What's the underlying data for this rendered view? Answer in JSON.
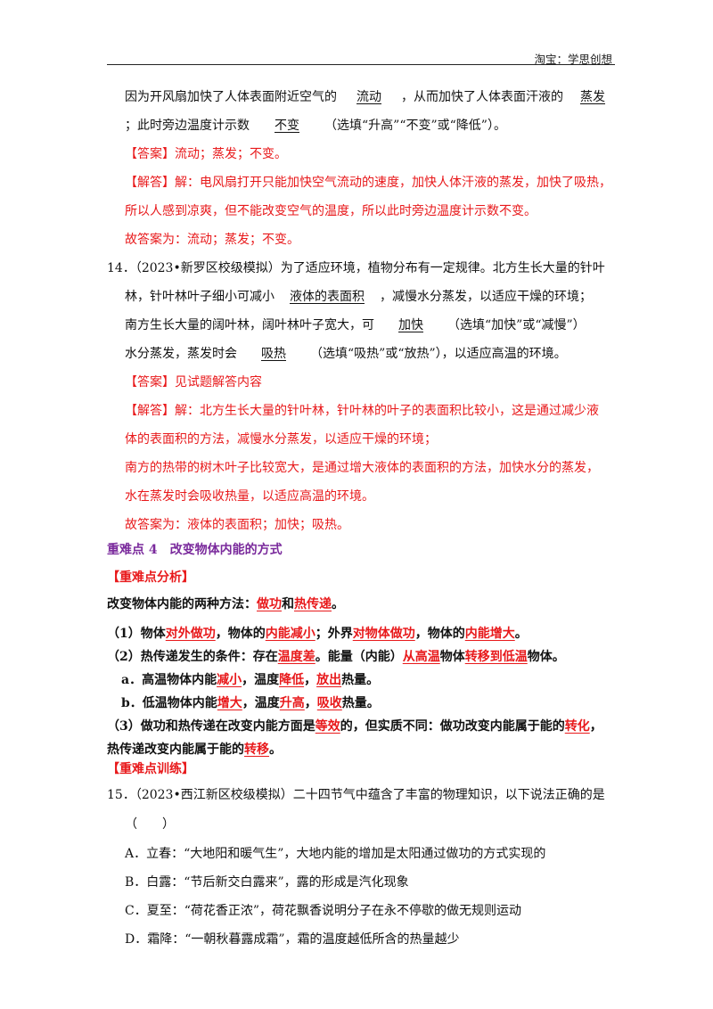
{
  "header": {
    "brand": "淘宝：学思创想"
  },
  "q13": {
    "l1a": "因为开风扇加快了人体表面附近空气的",
    "b1": "流动",
    "l1b": "，从而加快了人体表面汗液的",
    "b2": "蒸发",
    "l2a": "；此时旁边温度计示数",
    "b3": "不变",
    "l2b": "（选填“升高”“不变”或“降低”）。",
    "answer": "【答案】流动；蒸发；不变。",
    "analysis1": "【解答】解：电风扇打开只能加快空气流动的速度，加快人体汗液的蒸发，加快了吸热，",
    "analysis2": "所以人感到凉爽，但不能改变空气的温度，所以此时旁边温度计示数不变。",
    "final": "故答案为：流动；蒸发；不变。"
  },
  "q14": {
    "l1": "14．（2023•新罗区校级模拟）为了适应环境，植物分布有一定规律。北方生长大量的针叶",
    "l2a": "林，针叶林叶子细小可减小",
    "b1": "液体的表面积",
    "l2b": "，减慢水分蒸发，以适应干燥的环境；",
    "l3a": "南方生长大量的阔叶林，阔叶林叶子宽大，可",
    "b2": "加快",
    "l3b": "（选填“加快”或“减慢”）",
    "l4a": "水分蒸发，蒸发时会",
    "b3": "吸热",
    "l4b": "（选填“吸热”或“放热”），以适应高温的环境。",
    "answer": "【答案】见试题解答内容",
    "analysis1": "【解答】解：北方生长大量的针叶林，针叶林的叶子的表面积比较小，这是通过减少液",
    "analysis2": "体的表面积的方法，减慢水分蒸发，以适应干燥的环境；",
    "analysis3": "南方的热带的树木叶子比较宽大，是通过增大液体的表面积的方法，加快水分的蒸发，",
    "analysis4": "水在蒸发时会吸收热量，以适应高温的环境。",
    "final": "故答案为：液体的表面积；加快；吸热。"
  },
  "section": {
    "title": "重难点 4　改变物体内能的方式",
    "analysis_head": "【重难点分析】",
    "methods_a": "改变物体内能的两种方法：",
    "methods_k1": "做功",
    "methods_and": "和",
    "methods_k2": "热传递",
    "methods_end": "。",
    "p1_a": "（1）物体",
    "p1_k1": "对外做功",
    "p1_b": "，物体的",
    "p1_k2": "内能减小",
    "p1_c": "；外界",
    "p1_k3": "对物体做功",
    "p1_d": "，物体的",
    "p1_k4": "内能增大",
    "p1_e": "。",
    "p2_a": "（2）热传递发生的条件：存在",
    "p2_k1": "温度差",
    "p2_b": "。能量（内能）",
    "p2_k2": "从高温",
    "p2_c": "物体",
    "p2_k3": "转移到低温",
    "p2_d": "物体。",
    "pa_a": "a．高温物体内能",
    "pa_k1": "减小",
    "pa_b": "，温度",
    "pa_k2": "降低",
    "pa_c": "，",
    "pa_k3": "放出",
    "pa_d": "热量。",
    "pb_a": "b．低温物体内能",
    "pb_k1": "增大",
    "pb_b": "，温度",
    "pb_k2": "升高",
    "pb_c": "，",
    "pb_k3": "吸收",
    "pb_d": "热量。",
    "p3_a": "（3）做功和热传递在改变内能方面是",
    "p3_k1": "等效",
    "p3_b": "的，但实质不同：做功改变内能属于能的",
    "p3_k2": "转化",
    "p3_c": "，",
    "p3l2_a": "热传递改变内能属于能的",
    "p3l2_k1": "转移",
    "p3l2_b": "。",
    "practice_head": "【重难点训练】"
  },
  "q15": {
    "stem": "15．（2023•西江新区校级模拟）二十四节气中蕴含了丰富的物理知识，以下说法正确的是",
    "paren": "（　　）",
    "options": [
      "A．立春：“大地阳和暖气生”，大地内能的增加是太阳通过做功的方式实现的",
      "B．白露：“节后新交白露来”，露的形成是汽化现象",
      "C．夏至：“荷花香正浓”，荷花飘香说明分子在永不停歇的做无规则运动",
      "D．霜降：“一朝秋暮露成霜”，霜的温度越低所含的热量越少"
    ]
  }
}
